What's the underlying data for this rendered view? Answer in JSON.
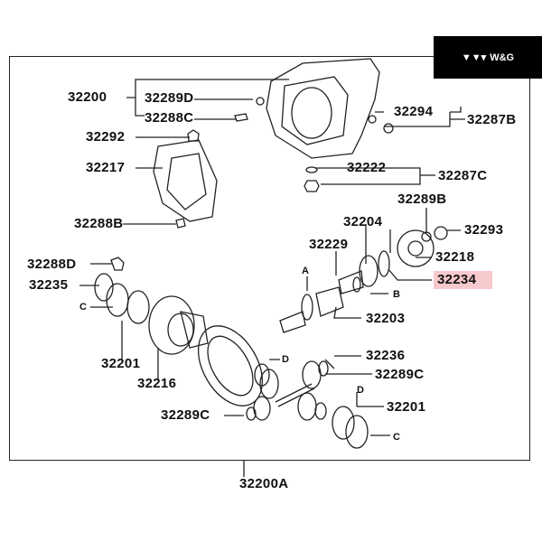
{
  "logo": {
    "text": "W&G"
  },
  "labels": {
    "l32200": "32200",
    "l32289D_top": "32289D",
    "l32288C": "32288C",
    "l32292": "32292",
    "l32217": "32217",
    "l32288B": "32288B",
    "l32294": "32294",
    "l32287B": "32287B",
    "l32222": "32222",
    "l32287C": "32287C",
    "l32289B": "32289B",
    "l32293": "32293",
    "l32204": "32204",
    "l32229": "32229",
    "l32218": "32218",
    "l32234": "32234",
    "lA": "A",
    "lB": "B",
    "l32203": "32203",
    "l32288D": "32288D",
    "l32235": "32235",
    "lC_left": "C",
    "l32201_left": "32201",
    "l32216": "32216",
    "lD_top": "D",
    "l32236": "32236",
    "l32289C_right": "32289C",
    "l32289C_left": "32289C",
    "lD_bottom": "D",
    "l32201_right": "32201",
    "lC_bottom": "C",
    "l32200A": "32200A"
  },
  "colors": {
    "highlight": "#f6c9cc",
    "line": "#222222"
  }
}
